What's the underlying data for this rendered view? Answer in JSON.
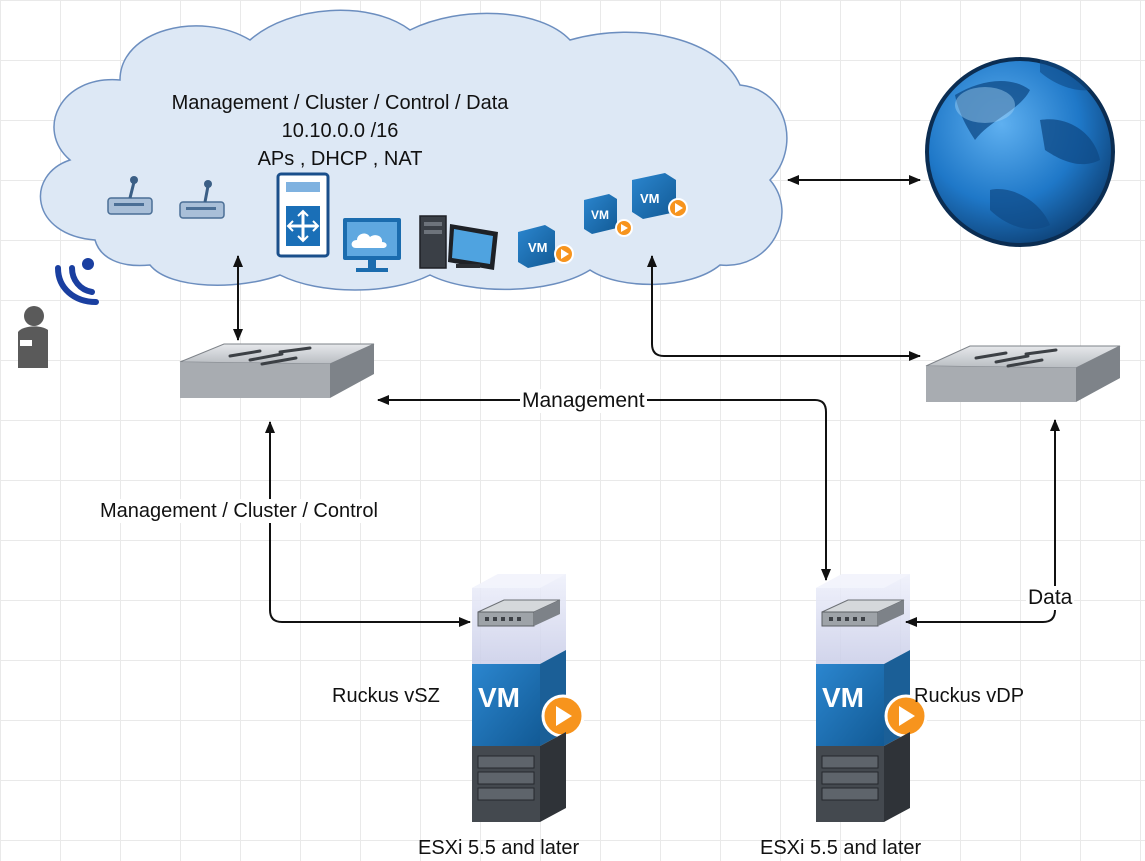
{
  "cloud": {
    "title": "Management / Cluster / Control / Data",
    "subnet": "10.10.0.0 /16",
    "services": "APs , DHCP , NAT",
    "vm_badge": "VM"
  },
  "links": {
    "management": "Management",
    "management_cluster_control": "Management / Cluster / Control",
    "data": "Data"
  },
  "hosts": {
    "vsz": {
      "name": "Ruckus vSZ",
      "platform": "ESXi 5.5 and later",
      "vm_badge": "VM"
    },
    "vdp": {
      "name": "Ruckus vDP",
      "platform": "ESXi 5.5 and later",
      "vm_badge": "VM"
    }
  },
  "colors": {
    "cloud_fill": "#dde8f5",
    "cloud_stroke": "#6c8ebf",
    "vm_blue": "#1c6fb3",
    "play_orange": "#f7941d",
    "globe_blue": "#1f78c8",
    "switch_gray": "#a8acb1",
    "wifi_blue": "#1a3fa0",
    "user_gray": "#5a5a5a",
    "arrow": "#111111"
  },
  "icons": [
    "wifi-icon",
    "user-icon",
    "access-point-icon",
    "firewall-icon",
    "cloud-monitor-icon",
    "workstation-icon",
    "vm-icon",
    "globe-icon",
    "switch-icon",
    "server-icon"
  ]
}
